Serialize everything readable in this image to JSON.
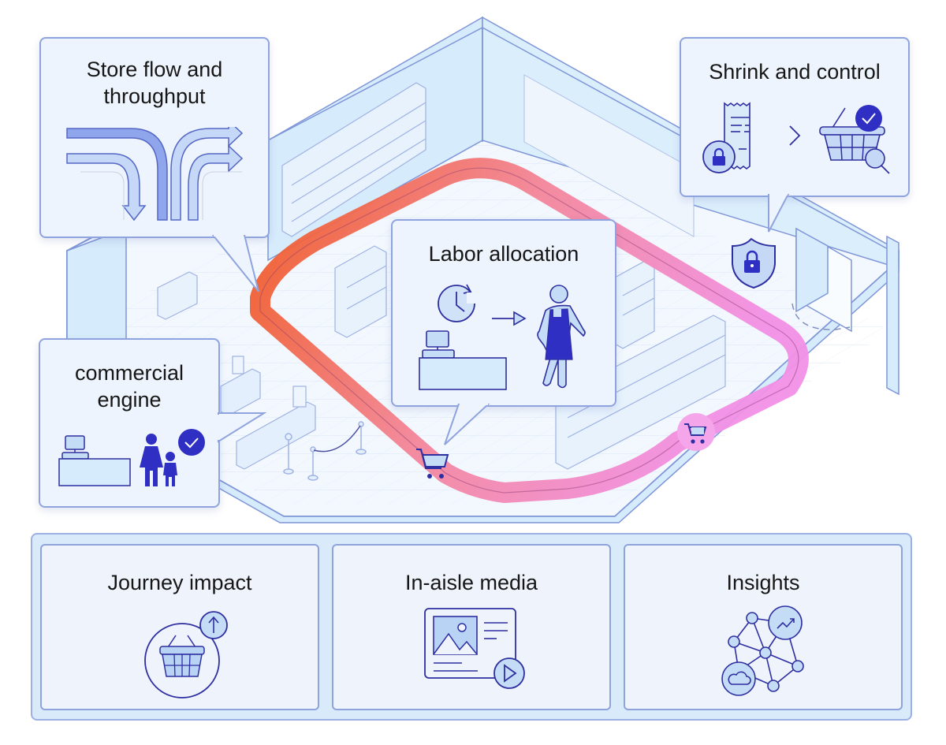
{
  "scene": {
    "description": "Isometric retail store floor plan with customer journey path",
    "colors": {
      "outline": "#2e2fa0",
      "wall_fill": "#d6ebfb",
      "floor_fill": "#f3f8fe",
      "path_start": "#f05a22",
      "path_end": "#f08be0",
      "accent": "#2f2fc4",
      "icon_fill": "#c5dcf7"
    },
    "markers": [
      {
        "name": "shield-lock-marker",
        "icon": "shield-lock-icon"
      },
      {
        "name": "cart-on-path-marker",
        "icon": "shopping-cart-icon"
      },
      {
        "name": "cart-on-floor-marker",
        "icon": "shopping-cart-icon"
      }
    ]
  },
  "callouts": {
    "store_flow": {
      "title_line1": "Store flow and",
      "title_line2": "throughput",
      "icon": "flow-arrows-icon"
    },
    "shrink": {
      "title": "Shrink and control",
      "icons": [
        "locked-receipt-icon",
        "chevron-right-icon",
        "basket-check-search-icon"
      ]
    },
    "labor": {
      "title": "Labor allocation",
      "icons": [
        "clock-refresh-icon",
        "checkout-counter-icon",
        "arrow-right-icon",
        "staff-apron-icon"
      ]
    },
    "commercial": {
      "title_line1": "commercial",
      "title_line2": "engine",
      "icons": [
        "checkout-counter-icon",
        "family-icon",
        "check-badge-icon"
      ]
    }
  },
  "cards": [
    {
      "title": "Journey impact",
      "icon": "basket-uplift-icon"
    },
    {
      "title": "In-aisle media",
      "icon": "media-screen-icon"
    },
    {
      "title": "Insights",
      "icon": "network-insights-icon"
    }
  ]
}
